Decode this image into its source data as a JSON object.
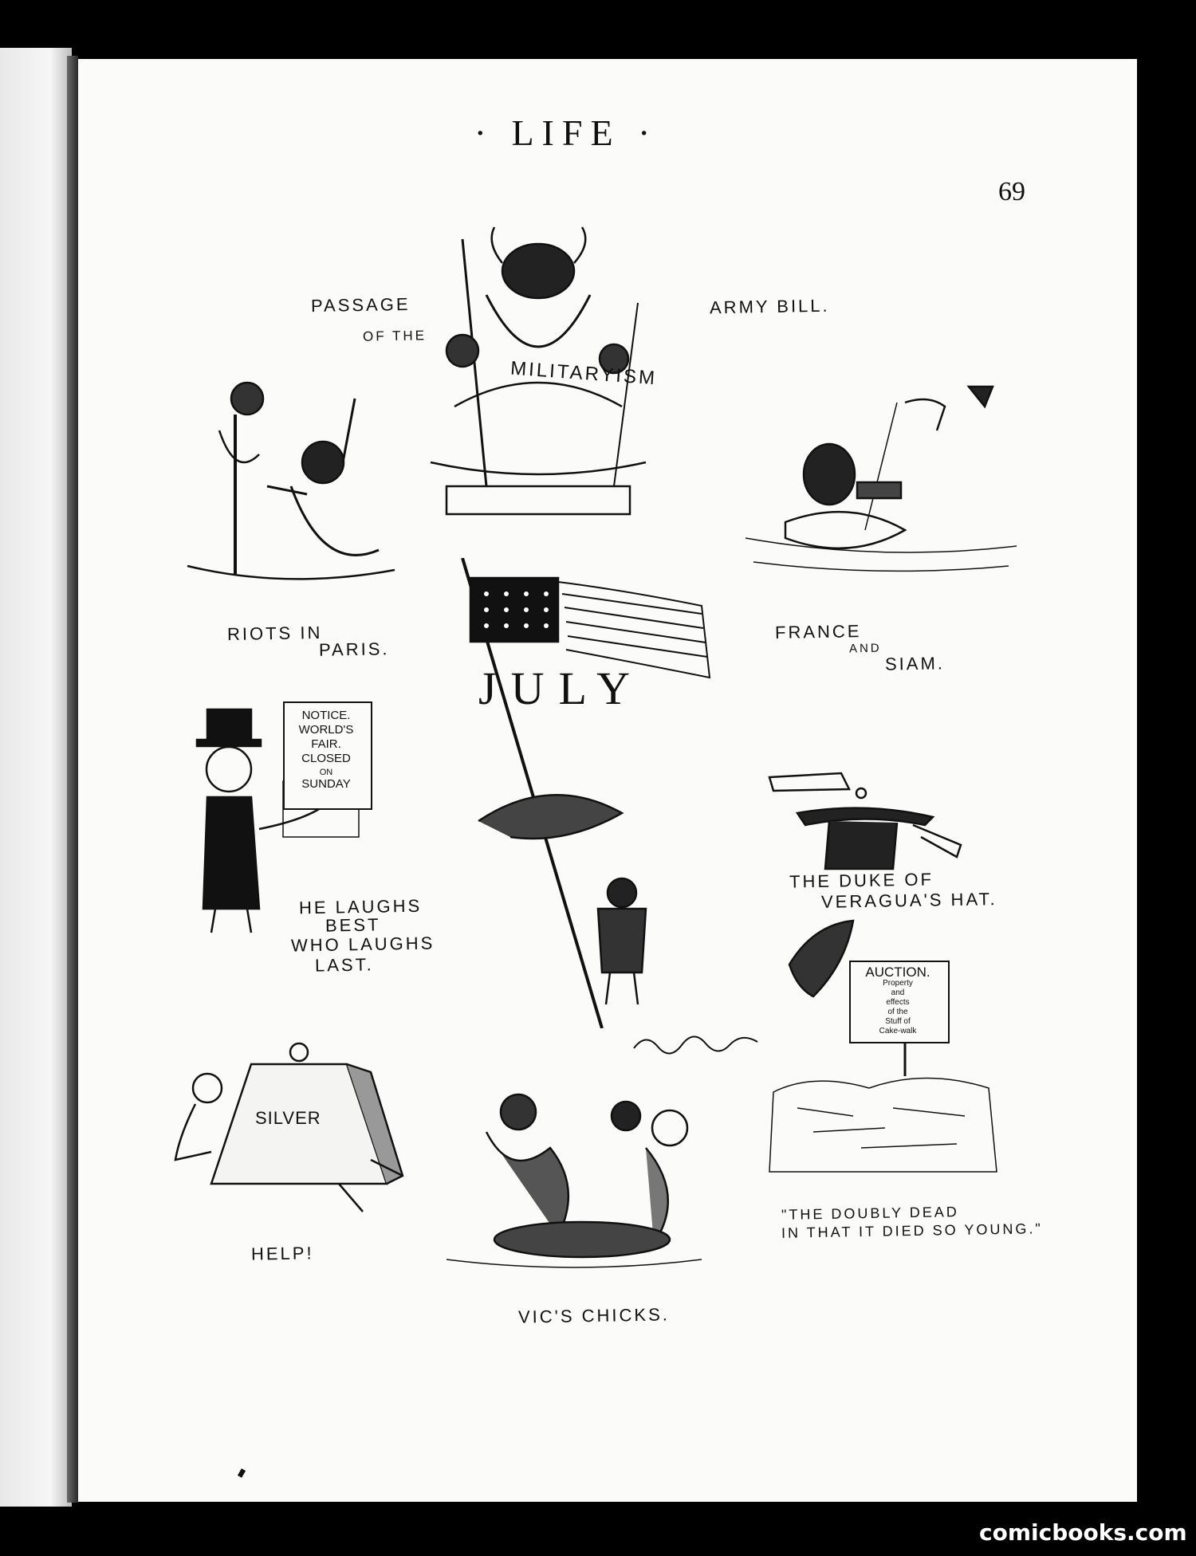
{
  "page": {
    "masthead": "· LIFE ·",
    "page_number": "69"
  },
  "panels": {
    "militarism": {
      "caption_left": "Passage",
      "caption_mid": "of the",
      "caption_right": "Army Bill.",
      "banner": "Militaryism"
    },
    "riots": {
      "caption_line1": "Riots in",
      "caption_line2": "Paris."
    },
    "france_siam": {
      "caption_line1": "France",
      "caption_line2": "and",
      "caption_line3": "Siam."
    },
    "july": {
      "title": "July"
    },
    "worlds_fair": {
      "sign_lines": [
        "Notice.",
        "World's",
        "Fair.",
        "Closed",
        "on",
        "Sunday"
      ],
      "caption_lines": [
        "He laughs",
        "best",
        "who laughs",
        "last."
      ]
    },
    "duke_hat": {
      "caption_line1": "The Duke of",
      "caption_line2": "Veragua's Hat."
    },
    "auction": {
      "sign_lines": [
        "Auction.",
        "Property",
        "and",
        "effects",
        "of the",
        "Stuff of",
        "Cake-walk"
      ],
      "caption_line1": "\"The doubly dead",
      "caption_line2": "in that it died so young.\""
    },
    "silver": {
      "weight_label": "SILVER",
      "caption": "Help!"
    },
    "vics_chicks": {
      "caption": "Vic's Chicks."
    }
  },
  "watermark": "comicbooks.com",
  "colors": {
    "ink": "#111111",
    "paper": "#fbfbfa",
    "frame": "#000000"
  }
}
